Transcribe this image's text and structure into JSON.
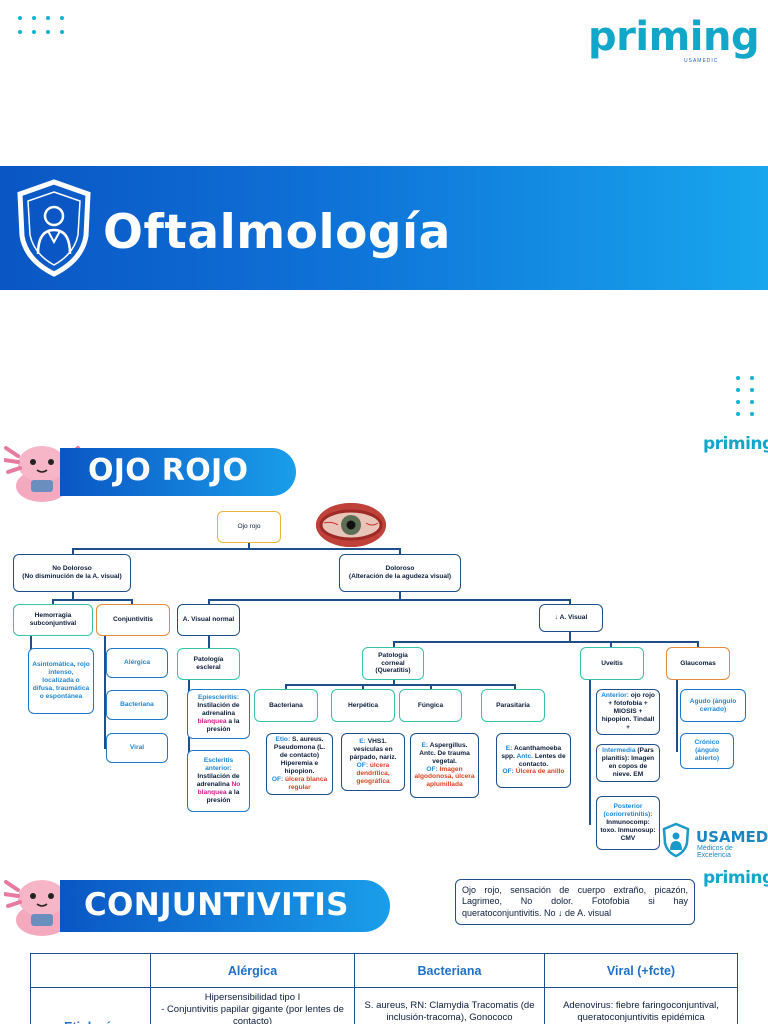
{
  "brand": {
    "name": "priming",
    "tagline": "USAMEDIC",
    "seal_name": "USAMEDIC",
    "seal_sub": "Médicos de Excelencia"
  },
  "banner": {
    "title": "Oftalmología"
  },
  "section_ojo": {
    "title": "OJO ROJO"
  },
  "section_conj": {
    "title": "CONJUNTIVITIS"
  },
  "tree": {
    "root": "Ojo rojo",
    "no_doloroso": "No Doloroso",
    "no_doloroso_sub": "(No disminución de la A. visual)",
    "doloroso": "Doloroso",
    "doloroso_sub": "(Alteración de la agudeza visual)",
    "hemorragia": "Hemorragia subconjuntival",
    "hemorragia_desc": "Asintomática, rojo intenso, localizada o difusa, traumática o espontánea",
    "conjuntivitis": "Conjuntivitis",
    "alergica": "Alérgica",
    "bacteriana": "Bacteriana",
    "viral": "Viral",
    "av_normal": "A. Visual normal",
    "pat_escleral": "Patología escleral",
    "epi_label": "Epiescleritis:",
    "epi_text": "Instilación de adrenalina",
    "epi_blanquea": "blanquea",
    "epi_tail": "a la presión",
    "esc_label": "Escleritis anterior:",
    "esc_text": "Instilación de adrenalina",
    "esc_no": "No blanquea",
    "esc_tail": "a la presión",
    "av_dism": "↓ A. Visual",
    "pat_corneal": "Patología corneal (Queratitis)",
    "bacteriana_q": "Bacteriana",
    "herpetica": "Herpética",
    "fungica": "Fúngica",
    "parasitaria": "Parasitaria",
    "bac_etio_label": "Etio:",
    "bac_etio": "S. aureus. Pseudomona (L. de contacto) Hiperemia e hipopion.",
    "bac_of_label": "OF:",
    "bac_of": "úlcera blanca regular",
    "her_e_label": "E:",
    "her_e": "VHS1. vesículas en párpado, nariz.",
    "her_of_label": "OF:",
    "her_of": "úlcera dendrítica, geográfica",
    "fun_e_label": "E:",
    "fun_e": "Aspergillus. Antc. De trauma vegetal.",
    "fun_of_label": "OF:",
    "fun_of": "Imagen algodonosa, úlcera aplumillada",
    "par_e_label": "E:",
    "par_e": "Acanthamoeba spp.",
    "par_antc_label": "Antc.",
    "par_antc": "Lentes de contacto.",
    "par_of_label": "OF:",
    "par_of": "Úlcera de anillo",
    "uveitis": "Uveítis",
    "uv_ant_label": "Anterior:",
    "uv_ant": "ojo rojo + fotofobia + MIOSIS + hipopion. Tindall +",
    "uv_int_label": "Intermedia",
    "uv_int": "(Pars planitis): Imagen en copos de nieve. EM",
    "uv_pos_label": "Posterior (coriorretinitis):",
    "uv_pos": "Inmunocomp: toxo. Inmunosup: CMV",
    "glaucomas": "Glaucomas",
    "agudo": "Agudo (ángulo cerrado)",
    "cronico": "Crónico (ángulo abierto)"
  },
  "conj_desc": "Ojo rojo, sensación de cuerpo extraño, picazón, Lagrimeo, No dolor. Fotofobia si hay queratoconjuntivitis. No ↓ de A. visual",
  "table": {
    "headers": [
      "",
      "Alérgica",
      "Bacteriana",
      "Viral (+fcte)"
    ],
    "rows": [
      {
        "label": "Etiología",
        "cells": [
          "Hipersensibilidad tipo I\n- Conjuntivitis papilar gigante (por lentes de contacto)",
          "S. aureus, RN: Clamydia Tracomatis (de inclusión-tracoma), Gonococo",
          "Adenovirus: fiebre faringoconjuntival, queratoconjuntivitis epidémica"
        ]
      }
    ]
  },
  "colors": {
    "primary": "#0a56c4",
    "accent": "#12b3cf",
    "box_blue": "#1e78c8",
    "box_green": "#36c2a8",
    "box_orange": "#e38a3c",
    "box_yellow": "#e9b43a",
    "red_text": "#d9421f",
    "pink_text": "#d41b8c"
  }
}
